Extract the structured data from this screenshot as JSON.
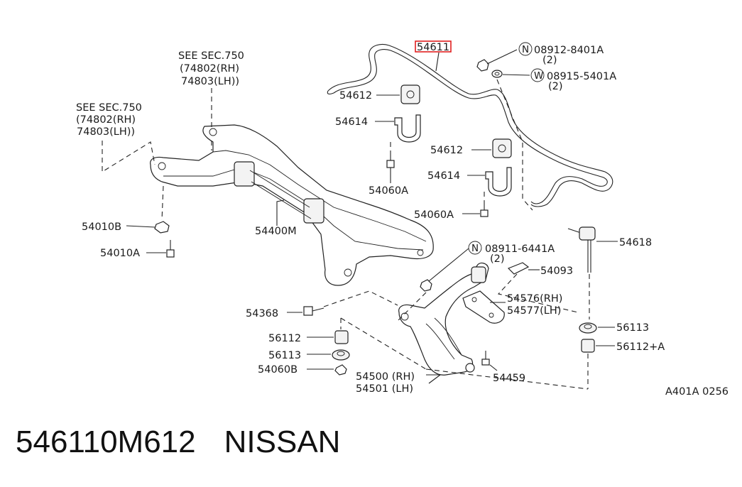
{
  "labels": {
    "see_sec_a": "SEE SEC.750",
    "ref_a_rh": "(74802(RH)",
    "ref_a_lh": "74803(LH))",
    "see_sec_b": "SEE SEC.750",
    "ref_b_rh": "(74802(RH)",
    "ref_b_lh": "74803(LH))",
    "p54611": "54611",
    "p54612a": "54612",
    "p54614a": "54614",
    "p54060a_1": "54060A",
    "p54612b": "54612",
    "p54614b": "54614",
    "p54060a_2": "54060A",
    "nut_symbol": "N",
    "nut_part": "08912-8401A",
    "nut_qty": "(2)",
    "washer_symbol": "W",
    "washer_part": "08915-5401A",
    "washer_qty": "(2)",
    "p54618": "54618",
    "p54010b": "54010B",
    "p54010a": "54010A",
    "p54400m": "54400M",
    "nut2_symbol": "N",
    "nut2_part": "08911-6441A",
    "nut2_qty": "(2)",
    "p54093": "54093",
    "p54576": "54576(RH)",
    "p54577": "54577(LH)",
    "p54368": "54368",
    "p56112": "56112",
    "p56113a": "56113",
    "p54060b": "54060B",
    "p54500": "54500 (RH)",
    "p54501": "54501 (LH)",
    "p54459": "54459",
    "p56113b": "56113",
    "p56112a": "56112+A",
    "diagram_code": "A401A 0256"
  },
  "footer": {
    "part_number": "546110M612",
    "brand": "NISSAN"
  },
  "colors": {
    "highlight": "#e02020",
    "ink": "#222222"
  }
}
